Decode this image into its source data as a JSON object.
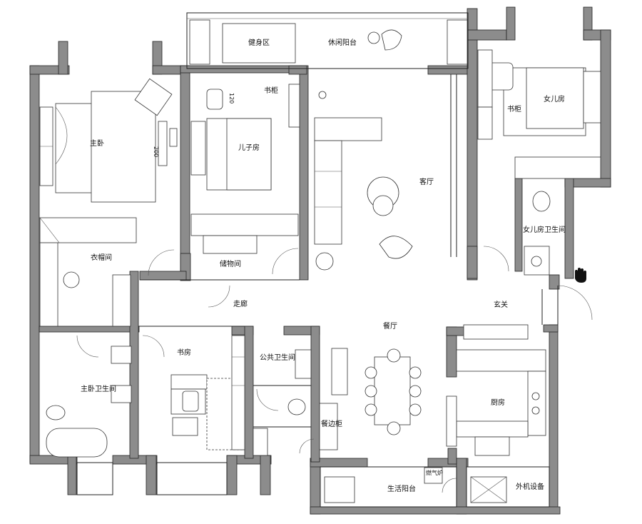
{
  "rooms": {
    "master_bedroom": "主卧",
    "closet": "衣帽间",
    "master_bath": "主卧卫生间",
    "son_room": "儿子房",
    "bookshelf_1": "书柜",
    "storage": "储物间",
    "fitness": "健身区",
    "leisure_balcony": "休闲阳台",
    "living_room": "客厅",
    "daughter_room": "女儿房",
    "bookshelf_2": "书柜",
    "daughter_bath": "女儿房卫生间",
    "corridor": "走廊",
    "entrance": "玄关",
    "dining": "餐厅",
    "study": "书房",
    "public_bath": "公共卫生间",
    "sideboard": "餐边柜",
    "kitchen": "厨房",
    "utility_balcony": "生活阳台",
    "outdoor_unit": "外机设备",
    "water_heater": "燃气炉"
  },
  "dimensions": {
    "bed_1": "200",
    "bed_2": "120"
  },
  "icons": {
    "entry": "hand-pointer-icon"
  }
}
